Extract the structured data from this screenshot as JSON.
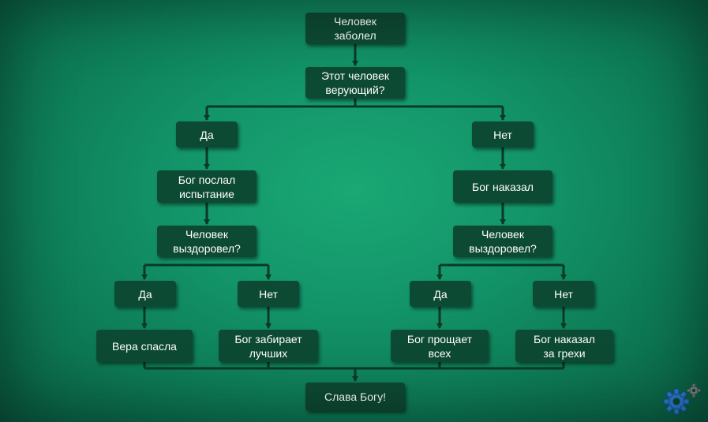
{
  "flowchart": {
    "nodes": {
      "start": "Человек\nзаболел",
      "believer_q": "Этот человек\nверующий?",
      "yes_left": "Да",
      "no_right": "Нет",
      "test": "Бог послал\nиспытание",
      "punished": "Бог наказал",
      "recovered_q_left": "Человек\nвыздоровел?",
      "recovered_q_right": "Человек\nвыздоровел?",
      "yes_ll": "Да",
      "no_lr": "Нет",
      "yes_rl": "Да",
      "no_rr": "Нет",
      "faith_saved": "Вера спасла",
      "takes_best": "Бог забирает\nлучших",
      "forgives_all": "Бог прощает\nвсех",
      "punished_sins": "Бог наказал\nза грехи",
      "glory": "Слава Богу!"
    }
  },
  "colors": {
    "node_bg": "#0d4a33",
    "connector": "#0a3a27",
    "accent_icon": "#2a7fd6"
  },
  "icons": {
    "corner": "gears-icon"
  }
}
